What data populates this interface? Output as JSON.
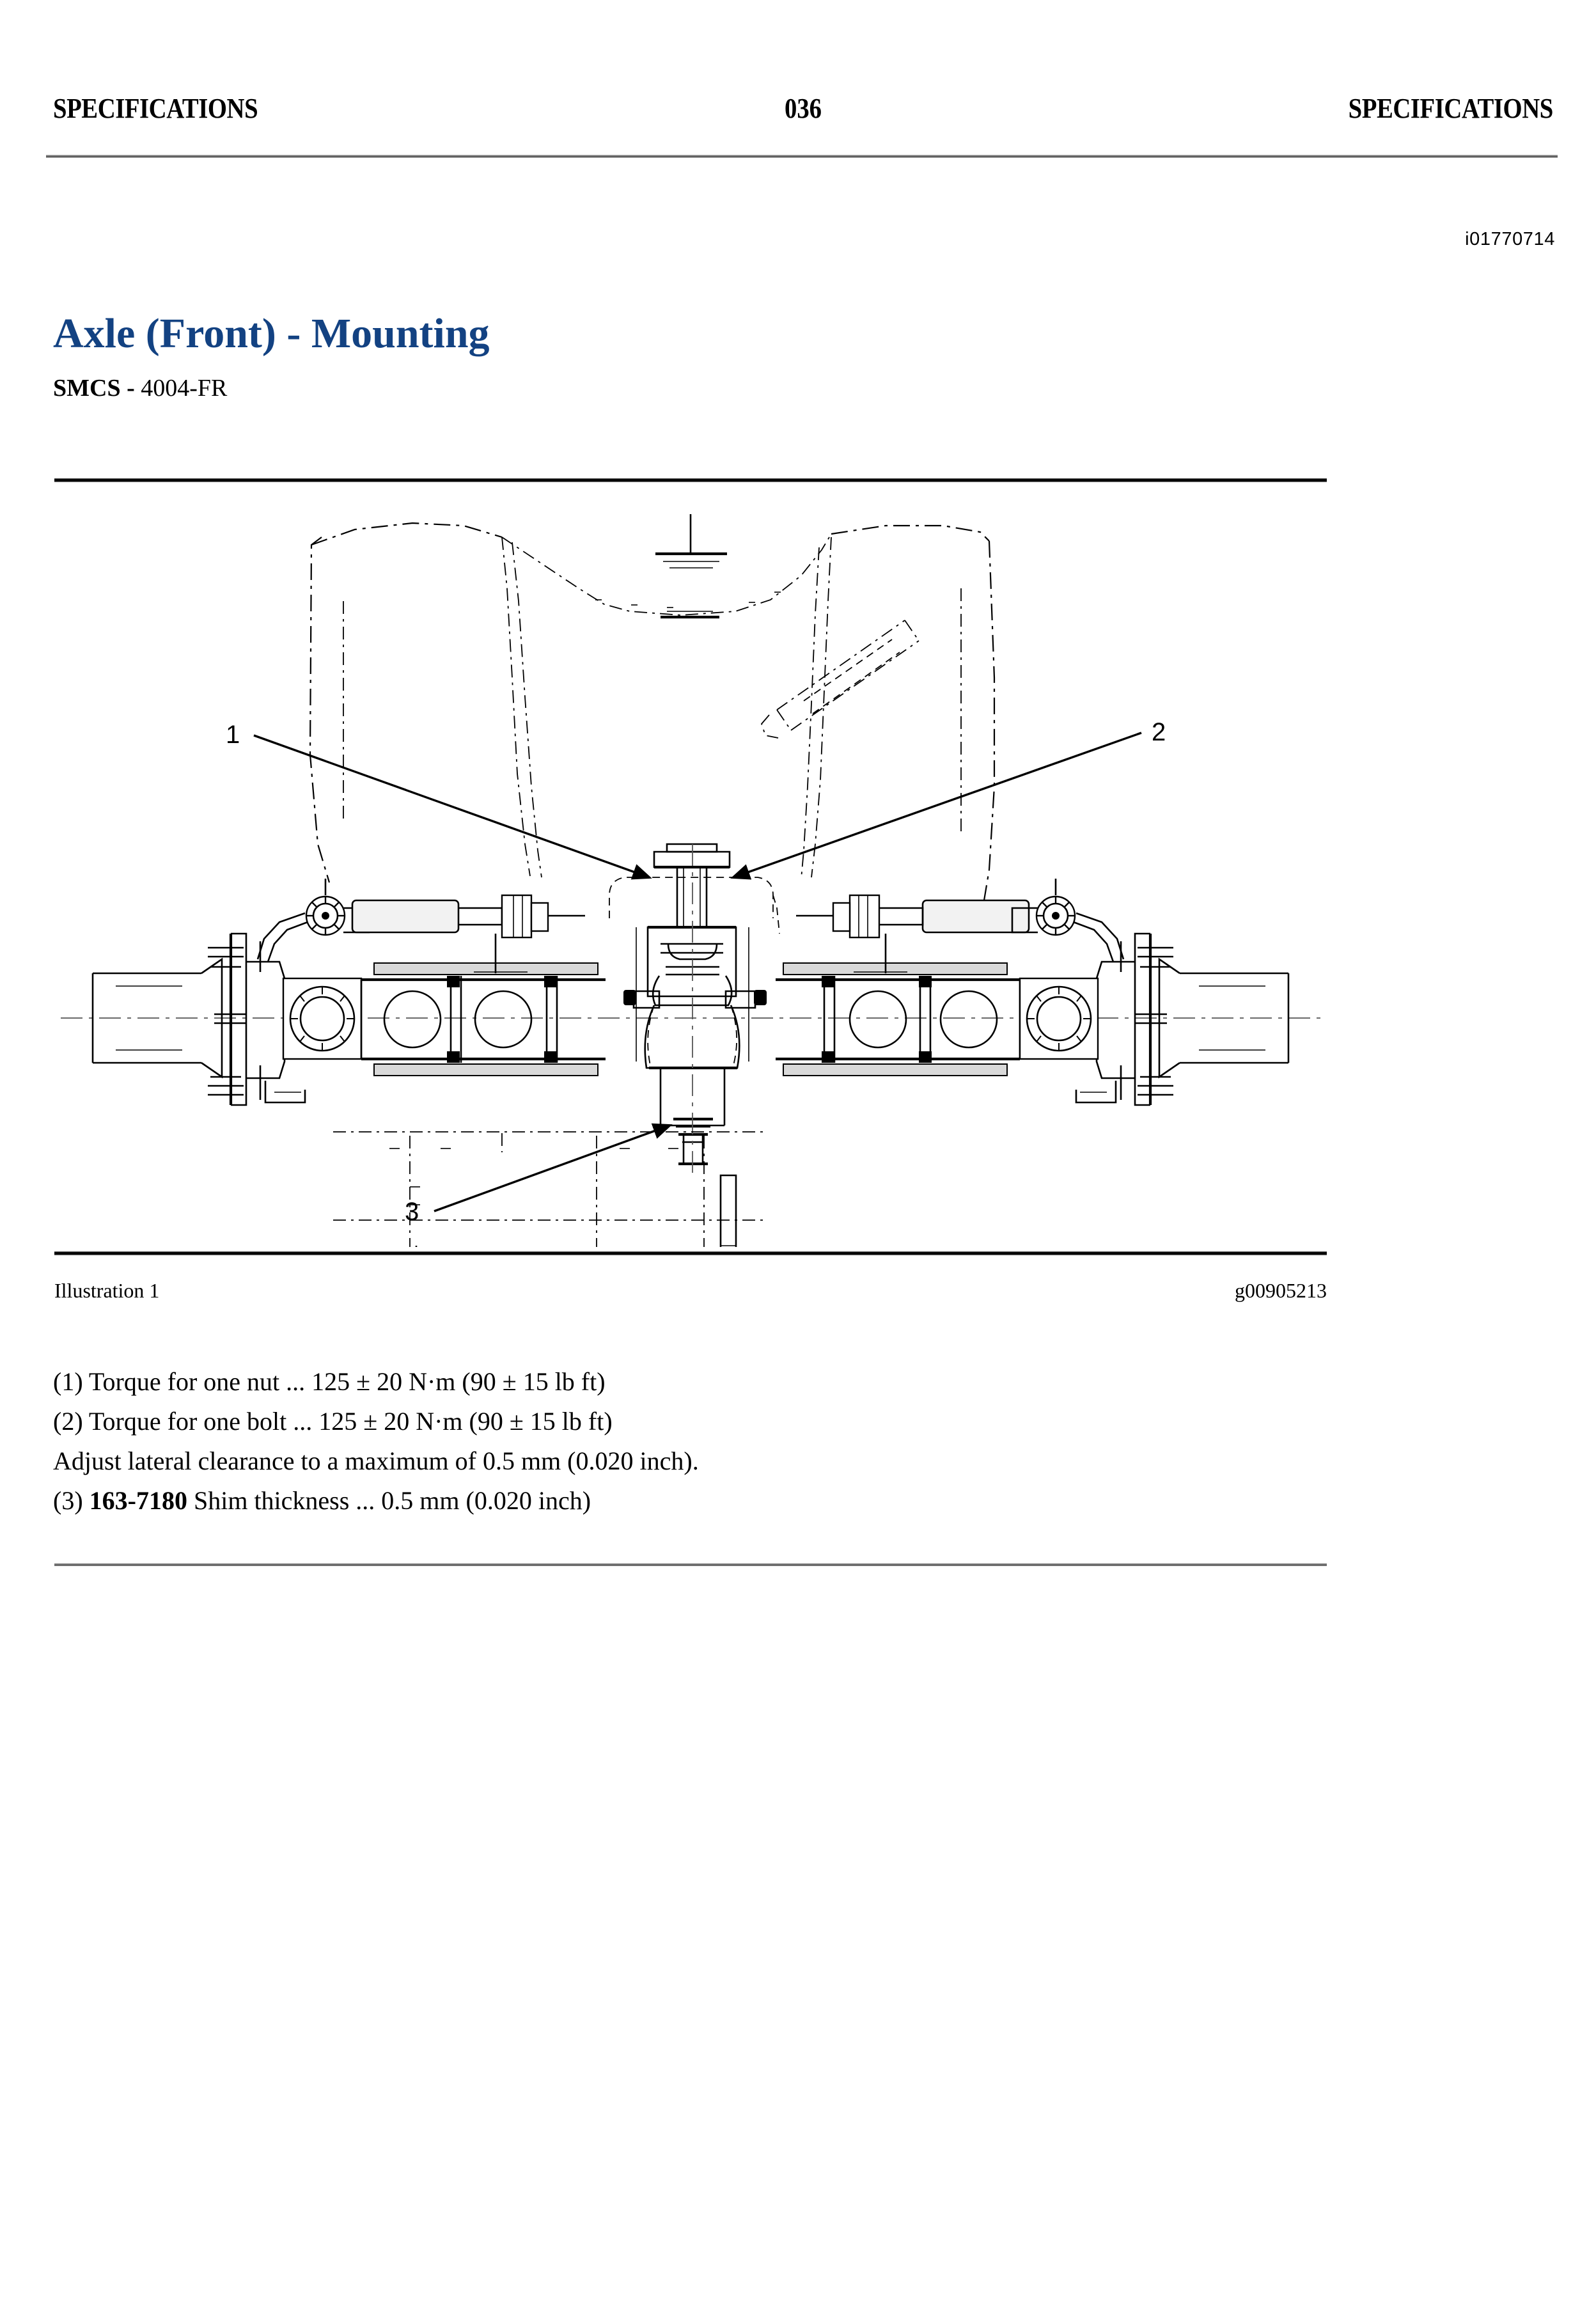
{
  "header": {
    "left_title": "SPECIFICATIONS",
    "page_number": "036",
    "right_title": "SPECIFICATIONS"
  },
  "document_id": "i01770714",
  "title": "Axle (Front) - Mounting",
  "smcs": {
    "label": "SMCS -",
    "code": "4004-FR"
  },
  "figure": {
    "caption": "Illustration 1",
    "graphic_id": "g00905213",
    "alt": "Front view of front axle assembly mounted to machine frame, showing axle housing, steering cylinders, wheel hub flanges, central differential and trunnion mounting.",
    "callouts": [
      {
        "id": "1",
        "label": "1"
      },
      {
        "id": "2",
        "label": "2"
      },
      {
        "id": "3",
        "label": "3"
      }
    ]
  },
  "specs": {
    "line1": "(1) Torque for one nut ... 125 ± 20 N·m (90 ± 15 lb ft)",
    "line2": "(2) Torque for one bolt ... 125 ± 20 N·m (90 ± 15 lb ft)",
    "line3": "Adjust lateral clearance to a maximum of 0.5 mm (0.020 inch).",
    "line4_prefix": "(3) ",
    "line4_part_number": "163-7180",
    "line4_suffix": " Shim thickness ... 0.5 mm (0.020 inch)"
  },
  "colors": {
    "title_blue": "#134282",
    "rule_dark": "#000000",
    "rule_gray": "#6f6f6f",
    "text_black": "#000000"
  }
}
